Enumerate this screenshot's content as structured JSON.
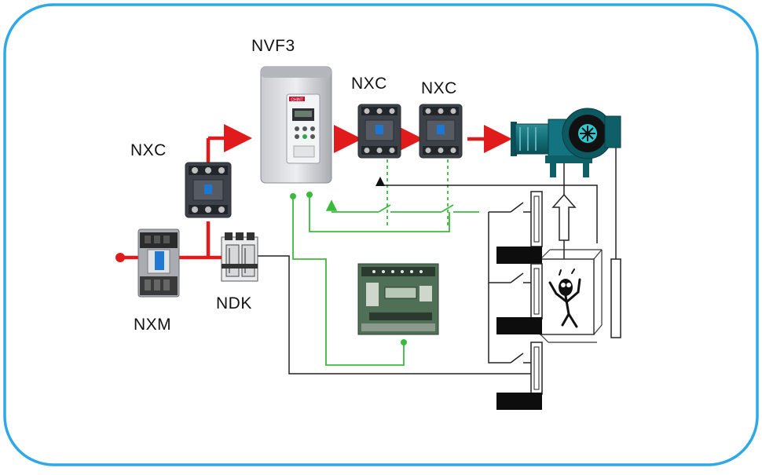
{
  "labels": {
    "nvf3": "NVF3",
    "nxc_main": "NXC",
    "nxc_1": "NXC",
    "nxc_2": "NXC",
    "nxm": "NXM",
    "ndk": "NDK"
  },
  "device_brand": "CHINT",
  "colors": {
    "frame": "#2ea8e6",
    "power_line": "#e11b1b",
    "signal_line": "#3cb93c",
    "control_line": "#222222"
  }
}
